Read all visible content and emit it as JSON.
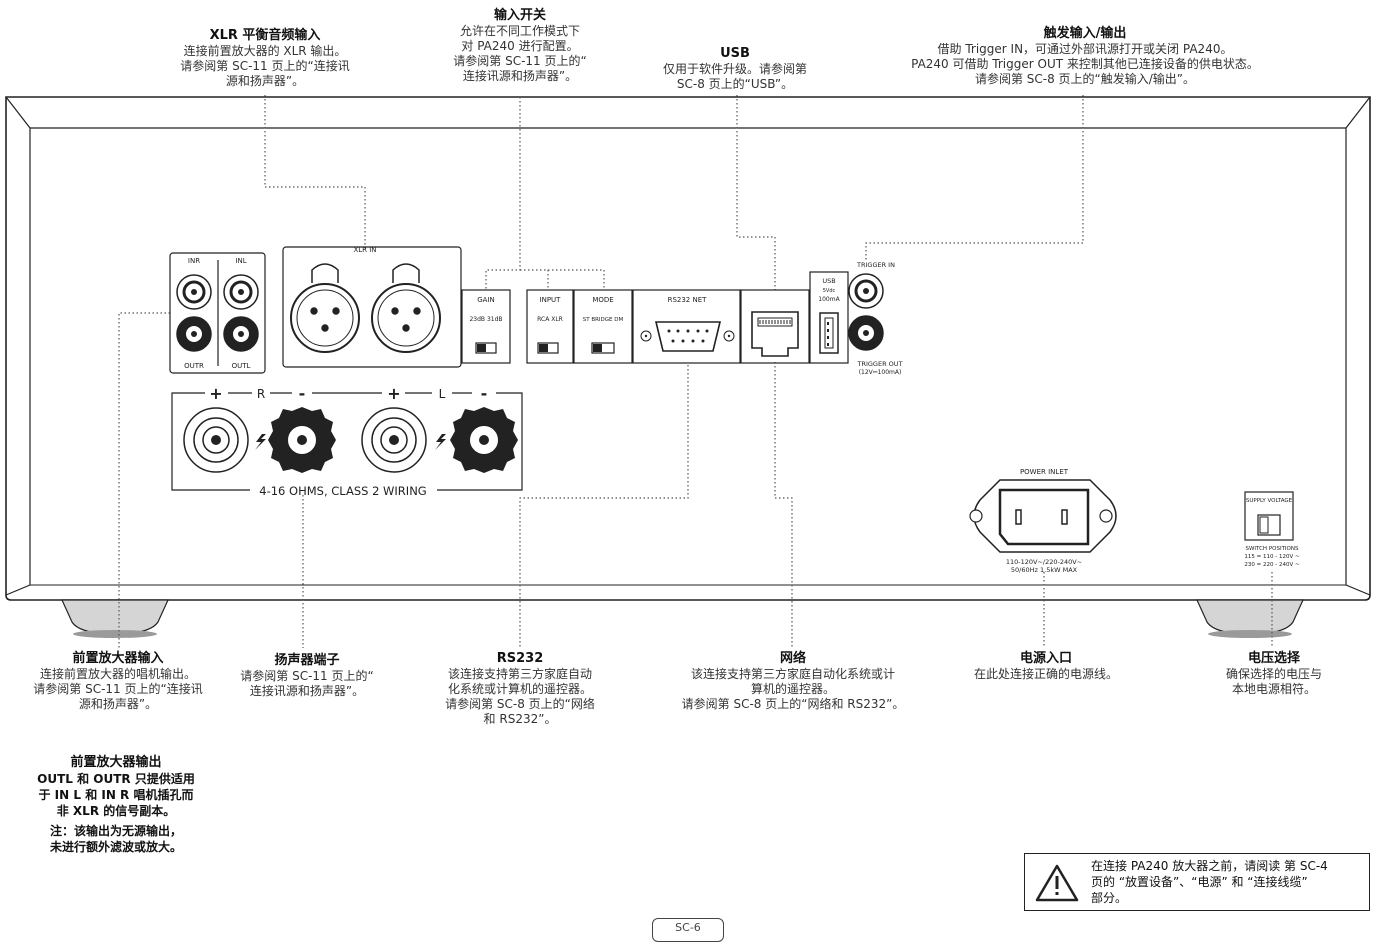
{
  "callouts": {
    "xlr_in": {
      "title": "XLR 平衡音频输入",
      "desc": "连接前置放大器的 XLR 输出。\n请参阅第 SC-11 页上的“连接讯\n源和扬声器”。"
    },
    "input_switch": {
      "title": "输入开关",
      "desc": "允许在不同工作模式下\n对 PA240 进行配置。\n请参阅第 SC-11 页上的“\n连接讯源和扬声器”。"
    },
    "usb": {
      "title": "USB",
      "desc": "仅用于软件升级。请参阅第\nSC-8 页上的“USB”。"
    },
    "trigger": {
      "title": "触发输入/输出",
      "desc": "借助 Trigger IN，可通过外部讯源打开或关闭 PA240。\nPA240 可借助 Trigger OUT 来控制其他已连接设备的供电状态。\n请参阅第 SC-8 页上的“触发输入/输出”。"
    },
    "preamp_in": {
      "title": "前置放大器输入",
      "desc": "连接前置放大器的唱机输出。\n请参阅第 SC-11 页上的“连接讯\n源和扬声器”。"
    },
    "speaker": {
      "title": "扬声器端子",
      "desc": "请参阅第 SC-11 页上的“\n连接讯源和扬声器”。"
    },
    "rs232": {
      "title": "RS232",
      "desc": "该连接支持第三方家庭自动\n化系统或计算机的遥控器。\n请参阅第 SC-8 页上的“网络\n和 RS232”。"
    },
    "network": {
      "title": "网络",
      "desc": "该连接支持第三方家庭自动化系统或计\n算机的遥控器。\n请参阅第 SC-8 页上的“网络和 RS232”。"
    },
    "power": {
      "title": "电源入口",
      "desc": "在此处连接正确的电源线。"
    },
    "voltage": {
      "title": "电压选择",
      "desc": "确保选择的电压与\n本地电源相符。"
    },
    "preamp_out": {
      "title": "前置放大器输出",
      "desc": "OUTL 和 OUTR 只提供适用\n于 IN L 和 IN R 唱机插孔而\n非 XLR 的信号副本。",
      "note": "注：该输出为无源输出，\n未进行额外滤波或放大。"
    }
  },
  "panel_labels": {
    "in_r": "INR",
    "in_l": "INL",
    "out_r": "OUTR",
    "out_l": "OUTL",
    "xlr_in": "XLR IN",
    "gain": "GAIN",
    "gain_opts": "23dB  31dB",
    "input": "INPUT",
    "input_opts": "RCA    XLR",
    "mode": "MODE",
    "mode_opts": "ST BRIDGE DM",
    "rs232": "RS232 NET",
    "usb": "USB",
    "usb_spec1": "5Vdc",
    "usb_spec2": "100mA",
    "trigger_in": "TRIGGER IN",
    "trigger_out": "TRIGGER OUT",
    "trigger_out_spec": "(12V⎓100mA)",
    "plus": "+",
    "minus": "-",
    "spk_r": "R",
    "spk_l": "L",
    "wiring": "4-16 OHMS, CLASS 2 WIRING",
    "power_inlet": "POWER INLET",
    "power_spec1": "110-120V~/220-240V~",
    "power_spec2": "50/60Hz 1.5kW MAX",
    "supply_voltage": "SUPPLY VOLTAGE",
    "switch_positions": "SWITCH POSITIONS",
    "switch_spec1": "115 = 110 - 120V ~",
    "switch_spec2": "230 = 220 - 240V ~"
  },
  "warning": "在连接 PA240 放大器之前，请阅读 第 SC-4\n页的 “放置设备”、“电源” 和 “连接线缆”\n部分。",
  "page_number": "SC-6"
}
